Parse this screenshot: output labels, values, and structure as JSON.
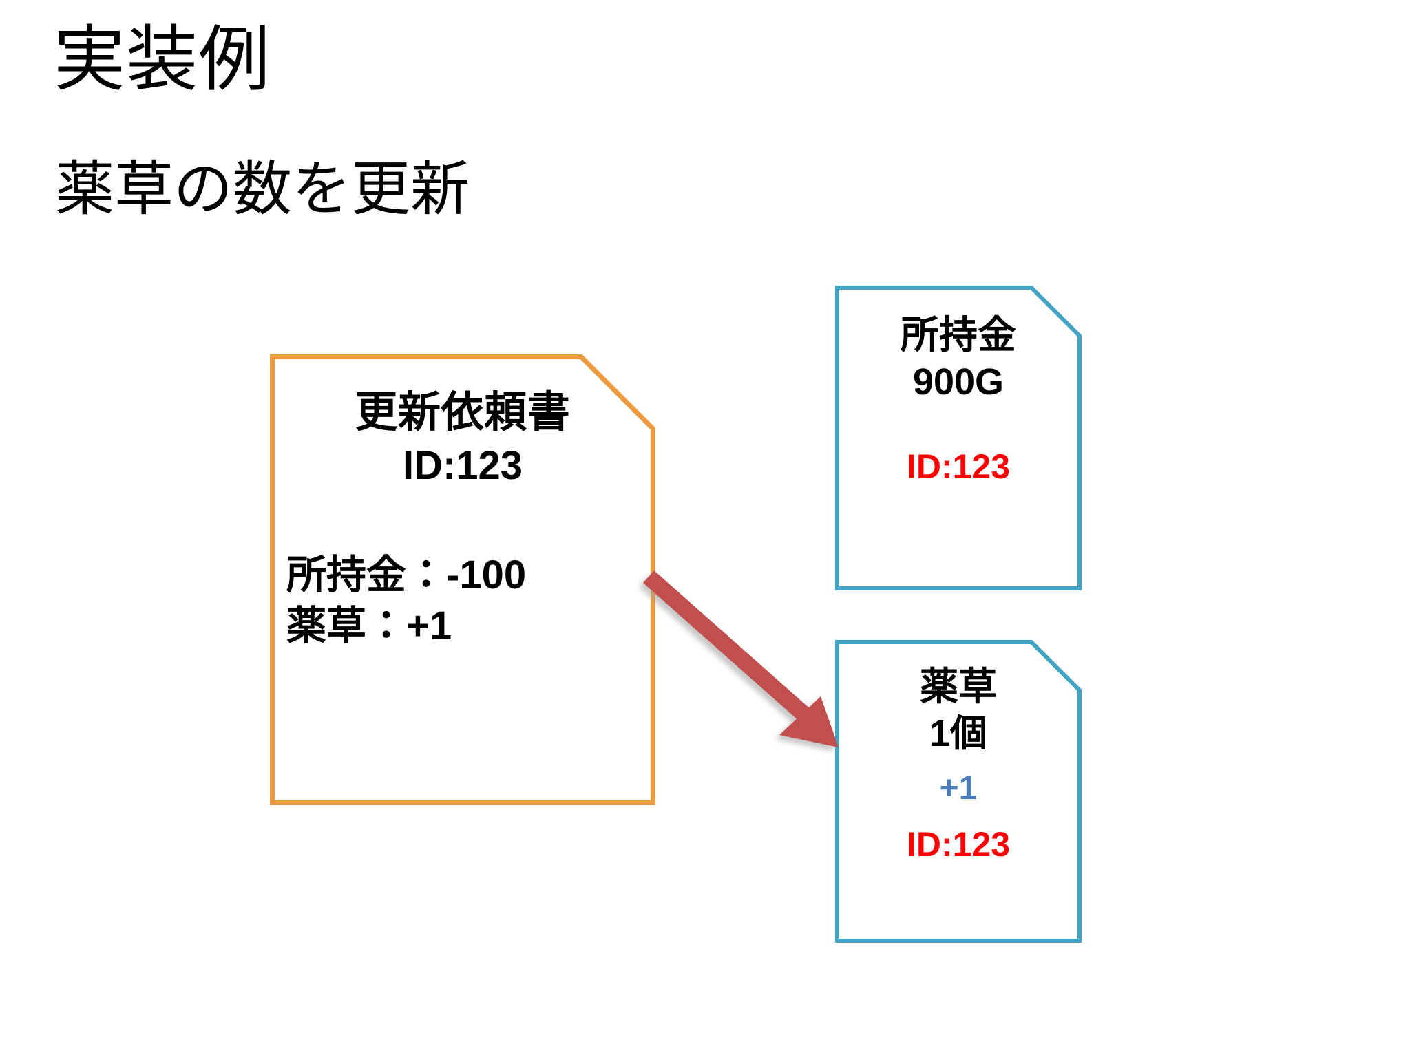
{
  "slide": {
    "title": "実装例",
    "subtitle": "薬草の数を更新"
  },
  "colors": {
    "orange_border": "#ED9A3E",
    "blue_border": "#42A5C6",
    "red_text": "#FF0000",
    "blue_text": "#4A7EBB",
    "arrow_red": "#C0504D",
    "card_background": "#FFFFFF",
    "text": "#000000"
  },
  "request_card": {
    "name": "更新依頼書",
    "title": "更新依頼書",
    "id": "ID:123",
    "lines": [
      "所持金：-100",
      "薬草：+1"
    ]
  },
  "gold_card": {
    "heading": "所持金",
    "value": "900G",
    "id": "ID:123"
  },
  "herb_card": {
    "heading": "薬草",
    "value": "1個",
    "delta": "+1",
    "id": "ID:123"
  },
  "arrow": {
    "name": "update-flow-arrow",
    "label": ""
  }
}
